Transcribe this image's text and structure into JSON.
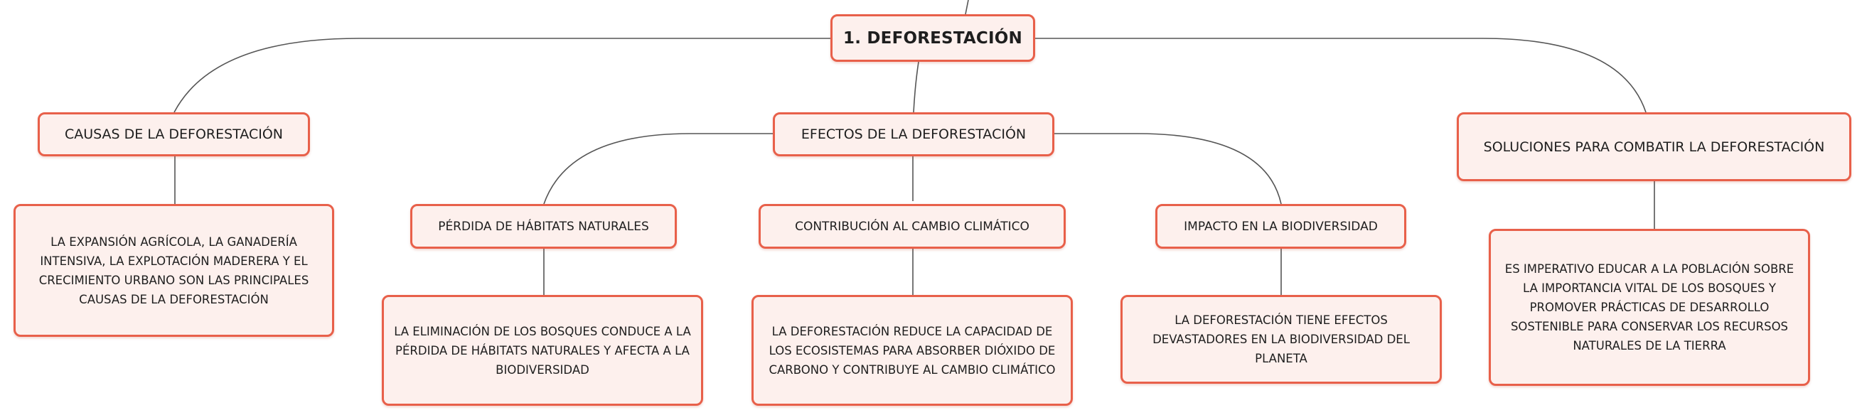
{
  "diagram": {
    "root": {
      "label": "1. DEFORESTACIÓN"
    },
    "causes": {
      "label": "CAUSAS DE LA DEFORESTACIÓN",
      "detail": "LA EXPANSIÓN AGRÍCOLA, LA GANADERÍA INTENSIVA, LA EXPLOTACIÓN MADERERA Y EL CRECIMIENTO URBANO SON LAS PRINCIPALES CAUSAS DE LA DEFORESTACIÓN"
    },
    "effects": {
      "label": "EFECTOS DE LA DEFORESTACIÓN",
      "habitat": {
        "label": "PÉRDIDA DE HÁBITATS NATURALES",
        "detail": "LA ELIMINACIÓN DE LOS BOSQUES CONDUCE A LA PÉRDIDA DE HÁBITATS NATURALES Y AFECTA A LA BIODIVERSIDAD"
      },
      "climate": {
        "label": "CONTRIBUCIÓN AL CAMBIO CLIMÁTICO",
        "detail": "LA DEFORESTACIÓN REDUCE LA CAPACIDAD DE LOS ECOSISTEMAS PARA ABSORBER DIÓXIDO DE CARBONO Y CONTRIBUYE AL CAMBIO CLIMÁTICO"
      },
      "biodiversity": {
        "label": "IMPACTO EN LA BIODIVERSIDAD",
        "detail": "LA DEFORESTACIÓN TIENE EFECTOS DEVASTADORES EN LA BIODIVERSIDAD DEL PLANETA"
      }
    },
    "solutions": {
      "label": "SOLUCIONES PARA COMBATIR LA DEFORESTACIÓN",
      "detail": "ES IMPERATIVO EDUCAR A LA POBLACIÓN SOBRE LA IMPORTANCIA VITAL DE LOS BOSQUES Y PROMOVER PRÁCTICAS DE DESARROLLO SOSTENIBLE PARA CONSERVAR LOS RECURSOS NATURALES DE LA TIERRA"
    }
  },
  "colors": {
    "node_border": "#e8604a",
    "node_fill": "#fdf0ed",
    "connector": "#555555",
    "text": "#1e1e1e"
  }
}
